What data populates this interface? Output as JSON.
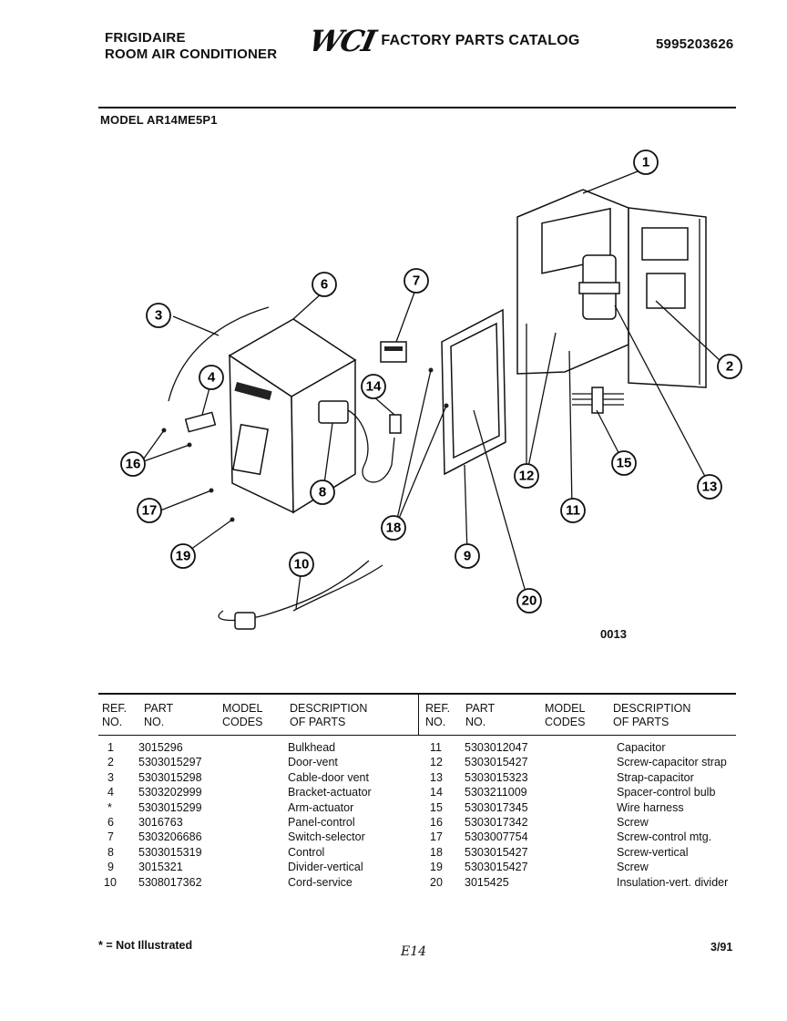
{
  "header": {
    "brand_line1": "FRIGIDAIRE",
    "brand_line2": "ROOM AIR CONDITIONER",
    "logo_text": "WCI",
    "catalog_title": "FACTORY PARTS CATALOG",
    "catalog_number": "5995203626",
    "model": "MODEL AR14ME5P1"
  },
  "diagram": {
    "figure_code": "0013",
    "callouts": [
      "1",
      "2",
      "3",
      "4",
      "6",
      "7",
      "8",
      "9",
      "10",
      "11",
      "12",
      "13",
      "14",
      "15",
      "16",
      "17",
      "18",
      "19",
      "20"
    ]
  },
  "table": {
    "headers": {
      "ref": "REF.\nNO.",
      "part": "PART\nNO.",
      "model_codes": "MODEL\nCODES",
      "description": "DESCRIPTION\nOF PARTS"
    },
    "left_rows": [
      {
        "ref": "1",
        "part": "3015296",
        "desc": "Bulkhead"
      },
      {
        "ref": "2",
        "part": "5303015297",
        "desc": "Door-vent"
      },
      {
        "ref": "3",
        "part": "5303015298",
        "desc": "Cable-door vent"
      },
      {
        "ref": "4",
        "part": "5303202999",
        "desc": "Bracket-actuator"
      },
      {
        "ref": "*",
        "part": "5303015299",
        "desc": "Arm-actuator"
      },
      {
        "ref": "6",
        "part": "3016763",
        "desc": "Panel-control"
      },
      {
        "ref": "7",
        "part": "5303206686",
        "desc": "Switch-selector"
      },
      {
        "ref": "8",
        "part": "5303015319",
        "desc": "Control"
      },
      {
        "ref": "9",
        "part": "3015321",
        "desc": "Divider-vertical"
      },
      {
        "ref": "10",
        "part": "5308017362",
        "desc": "Cord-service"
      }
    ],
    "right_rows": [
      {
        "ref": "11",
        "part": "5303012047",
        "desc": "Capacitor"
      },
      {
        "ref": "12",
        "part": "5303015427",
        "desc": "Screw-capacitor strap"
      },
      {
        "ref": "13",
        "part": "5303015323",
        "desc": "Strap-capacitor"
      },
      {
        "ref": "14",
        "part": "5303211009",
        "desc": "Spacer-control bulb"
      },
      {
        "ref": "15",
        "part": "5303017345",
        "desc": "Wire harness"
      },
      {
        "ref": "16",
        "part": "5303017342",
        "desc": "Screw"
      },
      {
        "ref": "17",
        "part": "5303007754",
        "desc": "Screw-control mtg."
      },
      {
        "ref": "18",
        "part": "5303015427",
        "desc": "Screw-vertical"
      },
      {
        "ref": "19",
        "part": "5303015427",
        "desc": "Screw"
      },
      {
        "ref": "20",
        "part": "3015425",
        "desc": "Insulation-vert. divider"
      }
    ]
  },
  "footer": {
    "note": "* = Not Illustrated",
    "initials": "E14",
    "date": "3/91"
  }
}
